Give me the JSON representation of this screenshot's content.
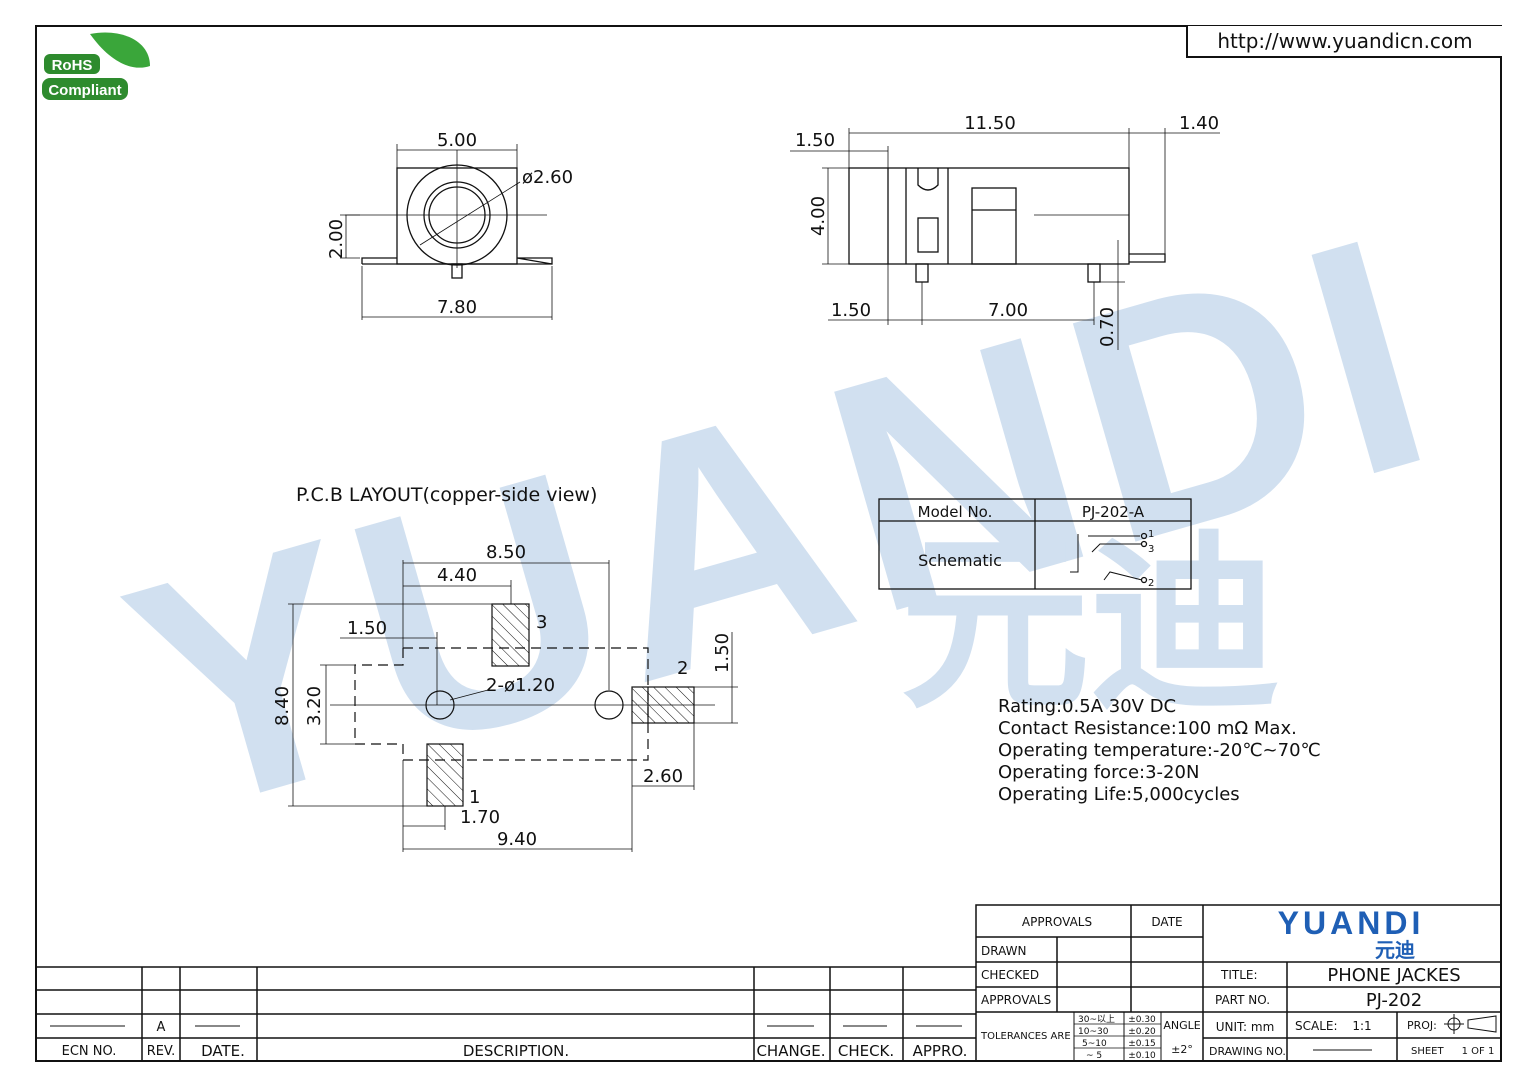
{
  "header": {
    "url": "http://www.yuandicn.com"
  },
  "badge": {
    "line1": "RoHS",
    "line2": "Compliant"
  },
  "watermark": {
    "latin": "YUANDI",
    "cjk": "元迪"
  },
  "front_view": {
    "dim_width": "5.00",
    "dim_diameter": "ø2.60",
    "dim_height": "2.00",
    "dim_base": "7.80"
  },
  "side_view": {
    "dim_front": "1.50",
    "dim_length": "11.50",
    "dim_tail": "1.40",
    "dim_height": "4.00",
    "dim_pin_offset": "1.50",
    "dim_pin_pitch": "7.00",
    "dim_pin_len": "0.70"
  },
  "pcb": {
    "title": "P.C.B LAYOUT(copper-side view)",
    "dim_850": "8.50",
    "dim_440": "4.40",
    "dim_150a": "1.50",
    "dim_150b": "1.50",
    "dim_840": "8.40",
    "dim_320": "3.20",
    "holes": "2-ø1.20",
    "dim_260": "2.60",
    "dim_170": "1.70",
    "dim_940": "9.40",
    "pad1": "1",
    "pad2": "2",
    "pad3": "3"
  },
  "model_table": {
    "h1": "Model No.",
    "h2": "PJ-202-A",
    "row_label": "Schematic",
    "pin1": "1",
    "pin2": "2",
    "pin3": "3"
  },
  "specs": [
    "Rating:0.5A  30V  DC",
    "Contact  Resistance:100  mΩ  Max.",
    "Operating  temperature:-20℃~70℃",
    "Operating  force:3-20N",
    "Operating  Life:5,000cycles"
  ],
  "title_block": {
    "approvals": "APPROVALS",
    "date": "DATE",
    "drawn": "DRAWN",
    "checked": "CHECKED",
    "approvals2": "APPROVALS",
    "tolerances": "TOLERANCES  ARE",
    "tol_rows": [
      {
        "range": "30~以上",
        "val": "±0.30"
      },
      {
        "range": "10~30",
        "val": "±0.20"
      },
      {
        "range": "5~10",
        "val": "±0.15"
      },
      {
        "range": "~ 5",
        "val": "±0.10"
      }
    ],
    "angle": "ANGLE",
    "angle_val": "±2°",
    "brand": "YUANDI",
    "brand_cjk": "元迪",
    "title_label": "TITLE:",
    "title_value": "PHONE  JACKES",
    "part_label": "PART NO.",
    "part_value": "PJ-202",
    "unit": "UNIT:  mm",
    "scale_label": "SCALE:",
    "scale_value": "1:1",
    "proj": "PROJ:",
    "drawing_no": "DRAWING  NO.",
    "sheet": "SHEET",
    "sheet_value": "1  OF  1"
  },
  "revision_block": {
    "rev_value": "A",
    "ecn": "ECN  NO.",
    "rev": "REV.",
    "date": "DATE.",
    "description": "DESCRIPTION.",
    "change": "CHANGE.",
    "check": "CHECK.",
    "appro": "APPRO."
  },
  "colors": {
    "watermark": "#cfdff0",
    "brand": "#1f5fb5",
    "rohs_green": "#2e8b2e"
  }
}
